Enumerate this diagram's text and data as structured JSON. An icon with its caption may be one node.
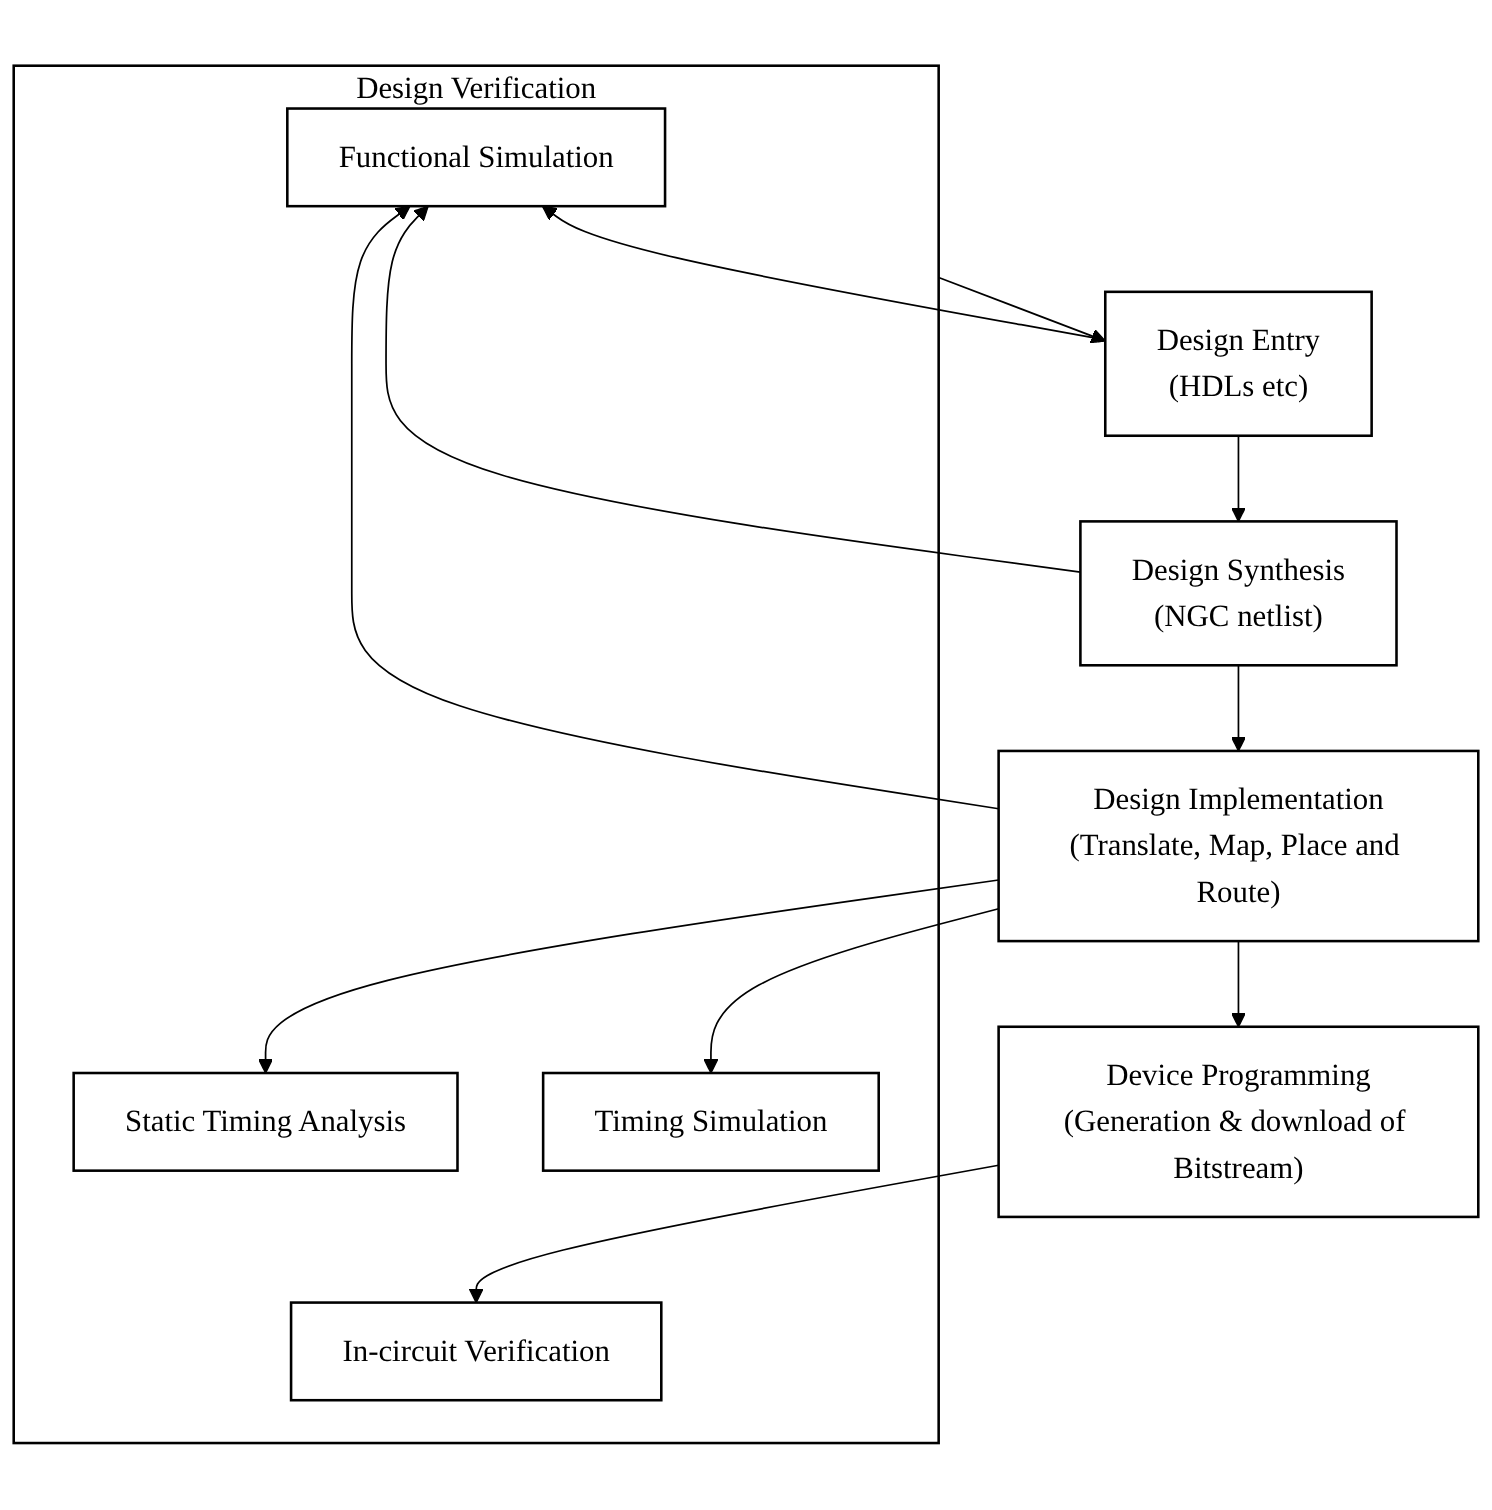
{
  "diagram": {
    "nodes": [
      {
        "text": [
          "Design Verification"
        ]
      },
      {
        "text": [
          "Design Entry",
          "(HDLs etc)"
        ]
      },
      {
        "text": [
          "Functional Simulation"
        ],
        "in": 0
      },
      {
        "text": [
          "Design Synthesis",
          "(NGC netlist)"
        ]
      },
      {
        "text": [
          "Design Implementation",
          "(Translate, Map, Place and Route)"
        ]
      },
      {
        "text": [
          "Static Timing Analysis"
        ],
        "in": 0
      },
      {
        "text": [
          "Timing Simulation"
        ],
        "in": 0
      },
      {
        "text": [
          "Device Programming",
          "(Generation & download of Bitstream)"
        ]
      },
      {
        "text": [
          "In-circuit Verification"
        ],
        "in": 0
      }
    ],
    "edges": [
      {
        "from": 0,
        "to": 1,
        "arrow": "to"
      },
      {
        "from": 1,
        "to": 2,
        "arrow": "to"
      },
      {
        "from": 1,
        "to": 3,
        "arrow": "to"
      },
      {
        "from": 3,
        "to": 2,
        "arrow": "to"
      },
      {
        "from": 3,
        "to": 4,
        "arrow": "to"
      },
      {
        "from": 4,
        "to": 2,
        "arrow": "to"
      },
      {
        "from": 4,
        "to": 5,
        "arrow": "to"
      },
      {
        "from": 4,
        "to": 6,
        "arrow": "to"
      },
      {
        "from": 4,
        "to": 7,
        "arrow": "to"
      },
      {
        "from": 7,
        "to": 8,
        "arrow": "to"
      }
    ]
  }
}
